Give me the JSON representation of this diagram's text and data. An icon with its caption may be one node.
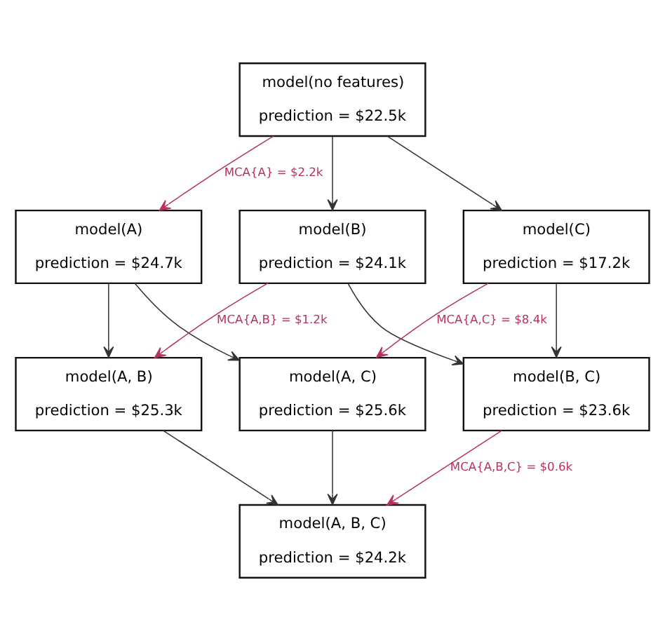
{
  "diagram": {
    "nodes": [
      {
        "text": [
          "model(no features)",
          "prediction = $22.5k"
        ]
      },
      {
        "text": [
          "model(A)",
          "prediction = $24.7k"
        ]
      },
      {
        "text": [
          "model(B)",
          "prediction = $24.1k"
        ]
      },
      {
        "text": [
          "model(C)",
          "prediction = $17.2k"
        ]
      },
      {
        "text": [
          "model(A, B)",
          "prediction = $25.3k"
        ]
      },
      {
        "text": [
          "model(A, C)",
          "prediction = $25.6k"
        ]
      },
      {
        "text": [
          "model(B, C)",
          "prediction = $23.6k"
        ]
      },
      {
        "text": [
          "model(A, B, C)",
          "prediction = $24.2k"
        ]
      }
    ],
    "edges": [
      {
        "from": 0,
        "to": 1,
        "arrow": "to",
        "label": "MCA{A} = $2.2k",
        "color": "#b83163"
      },
      {
        "from": 0,
        "to": 2,
        "arrow": "to"
      },
      {
        "from": 0,
        "to": 3,
        "arrow": "to"
      },
      {
        "from": 1,
        "to": 4,
        "arrow": "to"
      },
      {
        "from": 1,
        "to": 5,
        "arrow": "to"
      },
      {
        "from": 2,
        "to": 4,
        "arrow": "to",
        "label": "MCA{A,B} = $1.2k",
        "color": "#b83163"
      },
      {
        "from": 2,
        "to": 6,
        "arrow": "to"
      },
      {
        "from": 3,
        "to": 5,
        "arrow": "to",
        "label": "MCA{A,C} = $8.4k",
        "color": "#b83163"
      },
      {
        "from": 3,
        "to": 6,
        "arrow": "to"
      },
      {
        "from": 4,
        "to": 7,
        "arrow": "to"
      },
      {
        "from": 5,
        "to": 7,
        "arrow": "to"
      },
      {
        "from": 6,
        "to": 7,
        "arrow": "to",
        "label": "MCA{A,B,C} = $0.6k",
        "color": "#b83163"
      }
    ]
  }
}
